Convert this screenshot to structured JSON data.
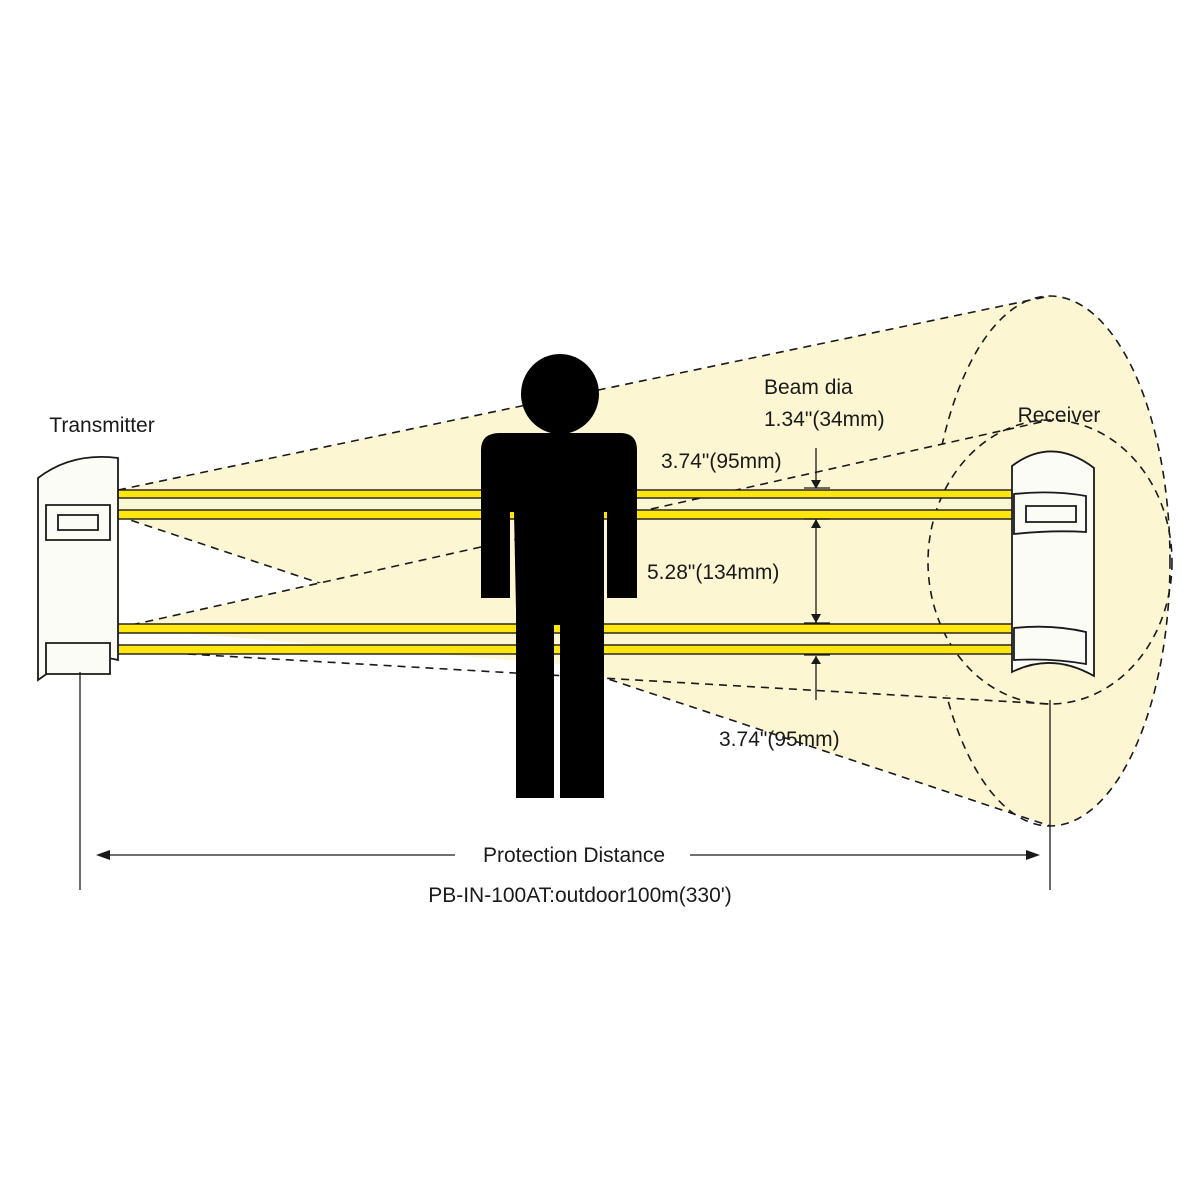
{
  "labels": {
    "transmitter": "Transmitter",
    "receiver": "Receiver",
    "beam_dia_title": "Beam dia",
    "beam_dia_value": "1.34\"(34mm)",
    "spacing_top": "3.74\"(95mm)",
    "spacing_middle": "5.28\"(134mm)",
    "spacing_bottom": "3.74\"(95mm)",
    "protection_distance": "Protection Distance",
    "model_spec": "PB-IN-100AT:outdoor100m(330')"
  },
  "colors": {
    "beam": "#ffe60f",
    "cone_fill": "#fdf6d2",
    "person": "#000000",
    "outline": "#1a1a1a",
    "device_body": "#fcfcf6"
  }
}
